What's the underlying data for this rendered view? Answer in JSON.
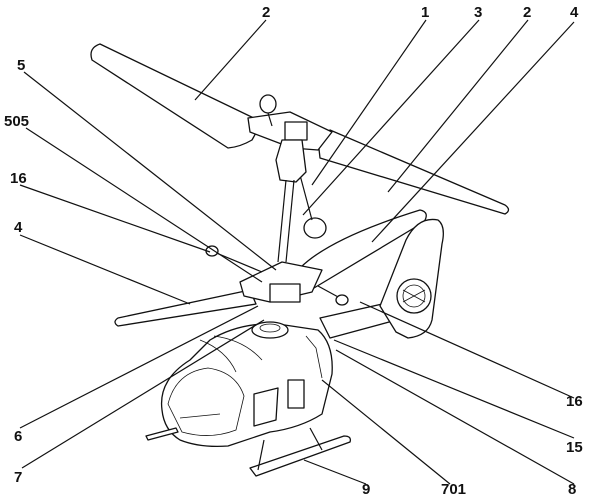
{
  "diagram": {
    "labels": [
      {
        "id": "lbl-2-top-left",
        "text": "2"
      },
      {
        "id": "lbl-1",
        "text": "1"
      },
      {
        "id": "lbl-3",
        "text": "3"
      },
      {
        "id": "lbl-2-top-right",
        "text": "2"
      },
      {
        "id": "lbl-4-top",
        "text": "4"
      },
      {
        "id": "lbl-5",
        "text": "5"
      },
      {
        "id": "lbl-505",
        "text": "505"
      },
      {
        "id": "lbl-16-left",
        "text": "16"
      },
      {
        "id": "lbl-4-left",
        "text": "4"
      },
      {
        "id": "lbl-6",
        "text": "6"
      },
      {
        "id": "lbl-7",
        "text": "7"
      },
      {
        "id": "lbl-9",
        "text": "9"
      },
      {
        "id": "lbl-701",
        "text": "701"
      },
      {
        "id": "lbl-8",
        "text": "8"
      },
      {
        "id": "lbl-15",
        "text": "15"
      },
      {
        "id": "lbl-16-right",
        "text": "16"
      }
    ]
  }
}
